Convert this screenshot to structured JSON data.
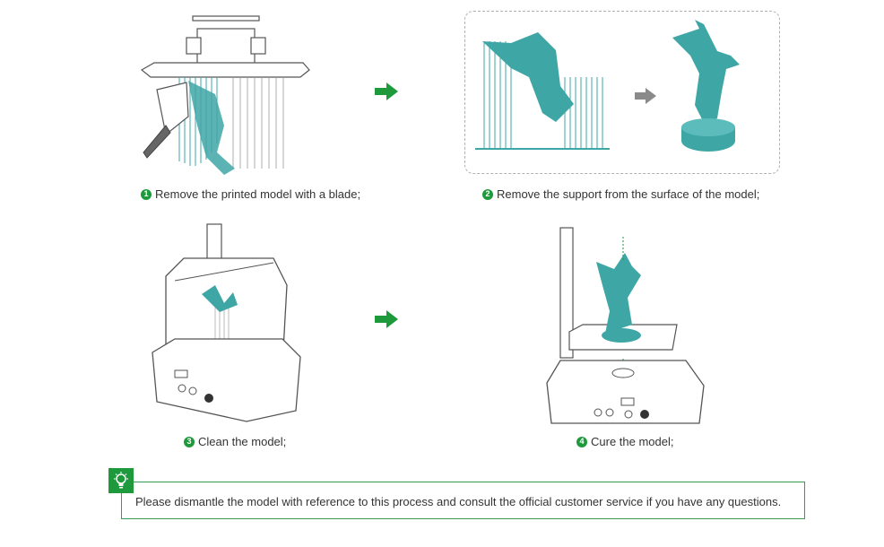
{
  "steps": [
    {
      "number": "1",
      "text": "Remove the printed model with a blade;"
    },
    {
      "number": "2",
      "text": "Remove the support from the surface of the model;"
    },
    {
      "number": "3",
      "text": "Clean the model;"
    },
    {
      "number": "4",
      "text": "Cure the model;"
    }
  ],
  "note": {
    "text": "Please dismantle the model with reference to this process and consult the official customer service if you have any questions.",
    "icon": "lightbulb-icon"
  },
  "colors": {
    "accent": "#1e9a3c",
    "model": "#3fa6a6",
    "outline": "#555555"
  }
}
